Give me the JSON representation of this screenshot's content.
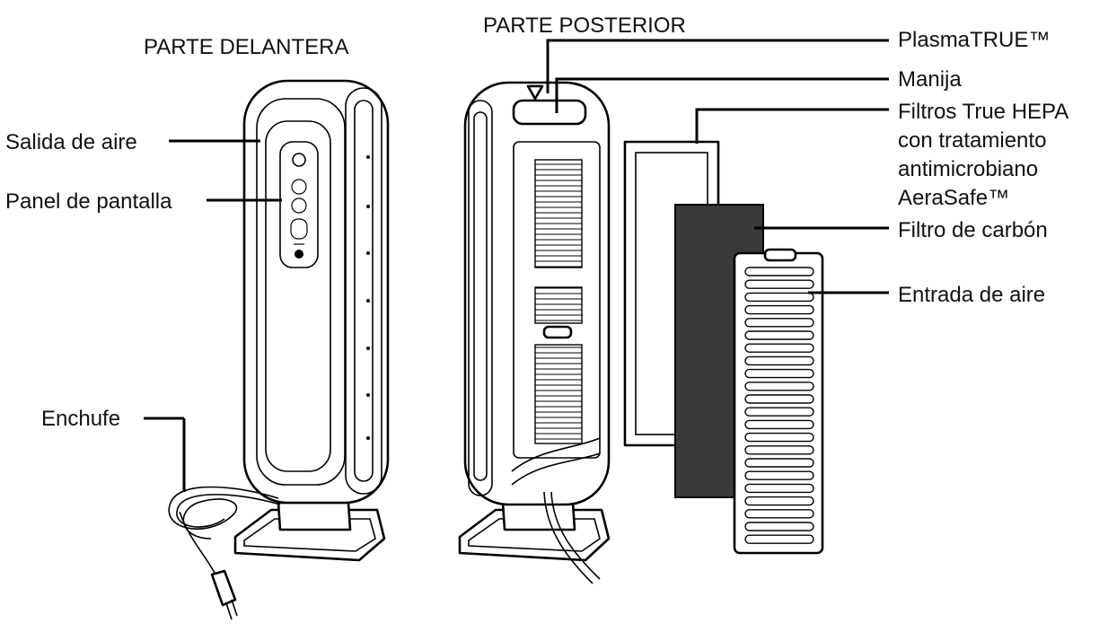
{
  "headings": {
    "front": "PARTE DELANTERA",
    "back": "PARTE POSTERIOR"
  },
  "labels": {
    "air_outlet": "Salida de aire",
    "display_panel": "Panel de pantalla",
    "plug": "Enchufe",
    "plasmatrue": "PlasmaTRUE™",
    "handle": "Manija",
    "hepa_line1": "Filtros True HEPA",
    "hepa_line2": "con tratamiento",
    "hepa_line3": "antimicrobiano",
    "hepa_line4": "AeraSafe™",
    "carbon_filter": "Filtro de carbón",
    "air_inlet": "Entrada de aire"
  },
  "colors": {
    "line": "#000000",
    "background": "#ffffff",
    "carbon": "#3a3a3a"
  }
}
